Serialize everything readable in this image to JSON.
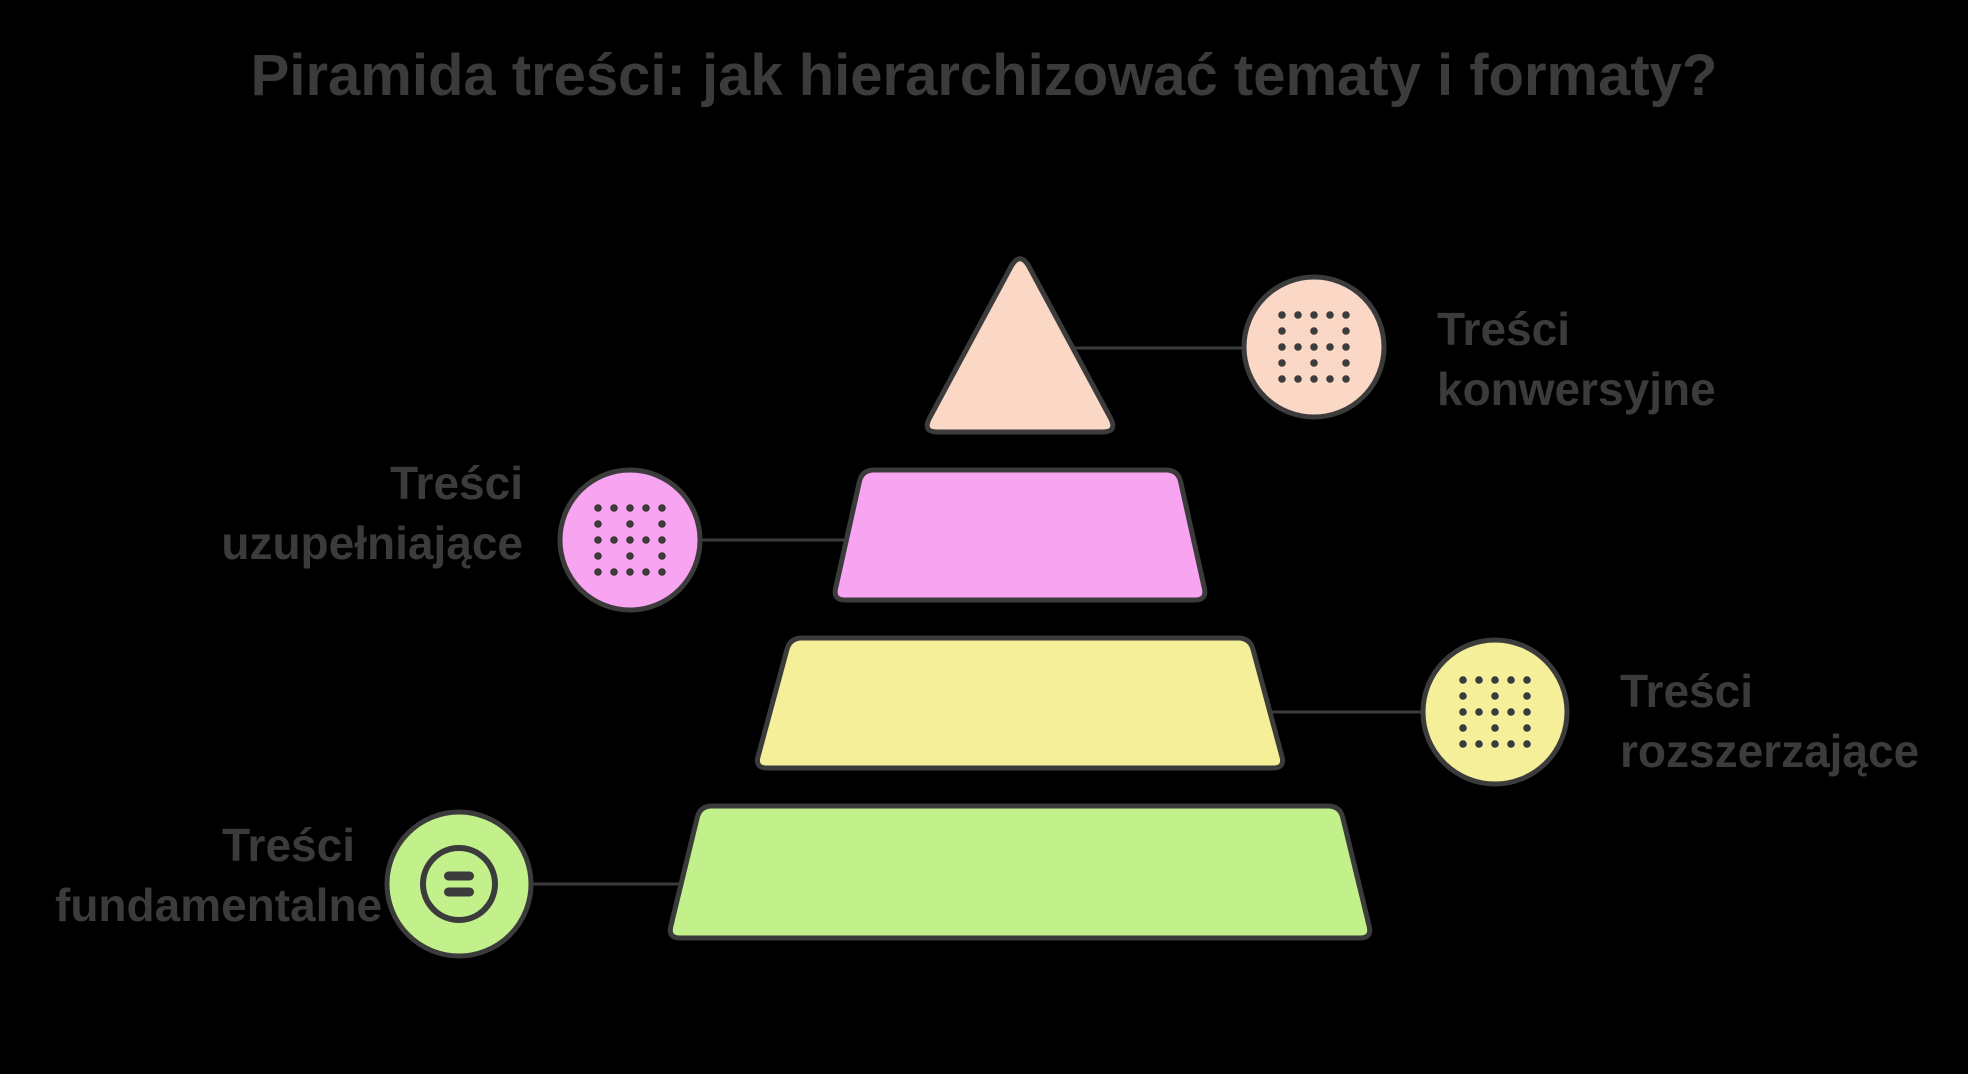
{
  "title": "Piramida treści: jak hierarchizować tematy i formaty?",
  "colors": {
    "background": "#000000",
    "ink": "#3b3b3b"
  },
  "levels": [
    {
      "name": "Treści konwersyjne",
      "label_line1": "Treści",
      "label_line2": "konwersyjne",
      "color": "#fbd8c6",
      "icon": "dots-grid-icon",
      "label_side": "right"
    },
    {
      "name": "Treści uzupełniające",
      "label_line1": "Treści",
      "label_line2": "uzupełniające",
      "color": "#f8a4f0",
      "icon": "dots-grid-icon",
      "label_side": "left"
    },
    {
      "name": "Treści rozszerzające",
      "label_line1": "Treści",
      "label_line2": "rozszerzające",
      "color": "#f5ef9a",
      "icon": "dots-grid-icon",
      "label_side": "right"
    },
    {
      "name": "Treści fundamentalne",
      "label_line1": "Treści",
      "label_line2": "fundamentalne",
      "color": "#c2f18b",
      "icon": "equals-circle-icon",
      "label_side": "left"
    }
  ]
}
